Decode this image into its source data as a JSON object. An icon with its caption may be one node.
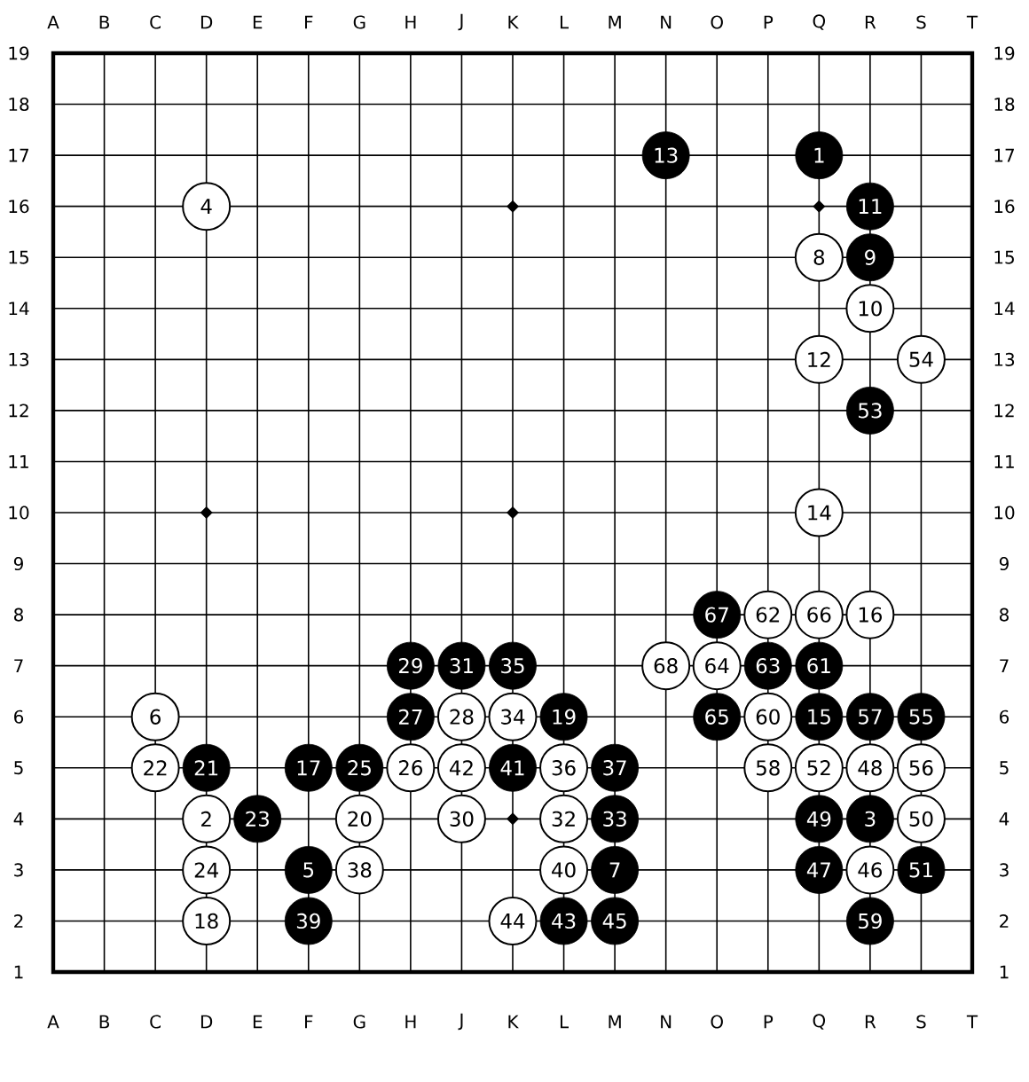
{
  "diagram": {
    "nodes": [
      {
        "text": [
          "13"
        ]
      },
      {
        "text": [
          "1"
        ]
      },
      {
        "text": [
          "4"
        ]
      },
      {
        "text": [
          "11"
        ]
      },
      {
        "text": [
          "8"
        ]
      },
      {
        "text": [
          "9"
        ]
      },
      {
        "text": [
          "10"
        ]
      },
      {
        "text": [
          "12"
        ]
      },
      {
        "text": [
          "54"
        ]
      },
      {
        "text": [
          "53"
        ]
      },
      {
        "text": [
          "14"
        ]
      },
      {
        "text": [
          "67"
        ]
      },
      {
        "text": [
          "62"
        ]
      },
      {
        "text": [
          "66"
        ]
      },
      {
        "text": [
          "16"
        ]
      },
      {
        "text": [
          "29"
        ]
      },
      {
        "text": [
          "31"
        ]
      },
      {
        "text": [
          "35"
        ]
      },
      {
        "text": [
          "68"
        ]
      },
      {
        "text": [
          "64"
        ]
      },
      {
        "text": [
          "63"
        ]
      },
      {
        "text": [
          "61"
        ]
      },
      {
        "text": [
          "6"
        ]
      },
      {
        "text": [
          "27"
        ]
      },
      {
        "text": [
          "28"
        ]
      },
      {
        "text": [
          "34"
        ]
      },
      {
        "text": [
          "19"
        ]
      },
      {
        "text": [
          "65"
        ]
      },
      {
        "text": [
          "60"
        ]
      },
      {
        "text": [
          "15"
        ]
      },
      {
        "text": [
          "57"
        ]
      },
      {
        "text": [
          "55"
        ]
      },
      {
        "text": [
          "22"
        ]
      },
      {
        "text": [
          "21"
        ]
      },
      {
        "text": [
          "17"
        ]
      },
      {
        "text": [
          "25"
        ]
      },
      {
        "text": [
          "26"
        ]
      },
      {
        "text": [
          "42"
        ]
      },
      {
        "text": [
          "41"
        ]
      },
      {
        "text": [
          "36"
        ]
      },
      {
        "text": [
          "37"
        ]
      },
      {
        "text": [
          "58"
        ]
      },
      {
        "text": [
          "52"
        ]
      },
      {
        "text": [
          "48"
        ]
      },
      {
        "text": [
          "56"
        ]
      },
      {
        "text": [
          "2"
        ]
      },
      {
        "text": [
          "23"
        ]
      },
      {
        "text": [
          "20"
        ]
      },
      {
        "text": [
          "30"
        ]
      },
      {
        "text": [
          "32"
        ]
      },
      {
        "text": [
          "33"
        ]
      },
      {
        "text": [
          "49"
        ]
      },
      {
        "text": [
          "3"
        ]
      },
      {
        "text": [
          "50"
        ]
      },
      {
        "text": [
          "24"
        ]
      },
      {
        "text": [
          "5"
        ]
      },
      {
        "text": [
          "38"
        ]
      },
      {
        "text": [
          "40"
        ]
      },
      {
        "text": [
          "7"
        ]
      },
      {
        "text": [
          "47"
        ]
      },
      {
        "text": [
          "46"
        ]
      },
      {
        "text": [
          "51"
        ]
      },
      {
        "text": [
          "18"
        ]
      },
      {
        "text": [
          "39"
        ]
      },
      {
        "text": [
          "44"
        ]
      },
      {
        "text": [
          "43"
        ]
      },
      {
        "text": [
          "45"
        ]
      },
      {
        "text": [
          "59"
        ]
      }
    ],
    "labels": [
      "A",
      "B",
      "C",
      "D",
      "E",
      "F",
      "G",
      "H",
      "J",
      "K",
      "L",
      "M",
      "N",
      "O",
      "P",
      "Q",
      "R",
      "S",
      "T",
      "19",
      "19",
      "18",
      "18",
      "17",
      "17",
      "16",
      "16",
      "15",
      "15",
      "14",
      "14",
      "13",
      "13",
      "12",
      "12",
      "11",
      "11",
      "10",
      "10",
      "9",
      "9",
      "8",
      "8",
      "7",
      "7",
      "6",
      "6",
      "5",
      "5",
      "4",
      "4",
      "3",
      "3",
      "2",
      "2",
      "1",
      "1",
      "A",
      "B",
      "C",
      "D",
      "E",
      "F",
      "G",
      "H",
      "J",
      "K",
      "L",
      "M",
      "N",
      "O",
      "P",
      "Q",
      "R",
      "S",
      "T"
    ]
  }
}
